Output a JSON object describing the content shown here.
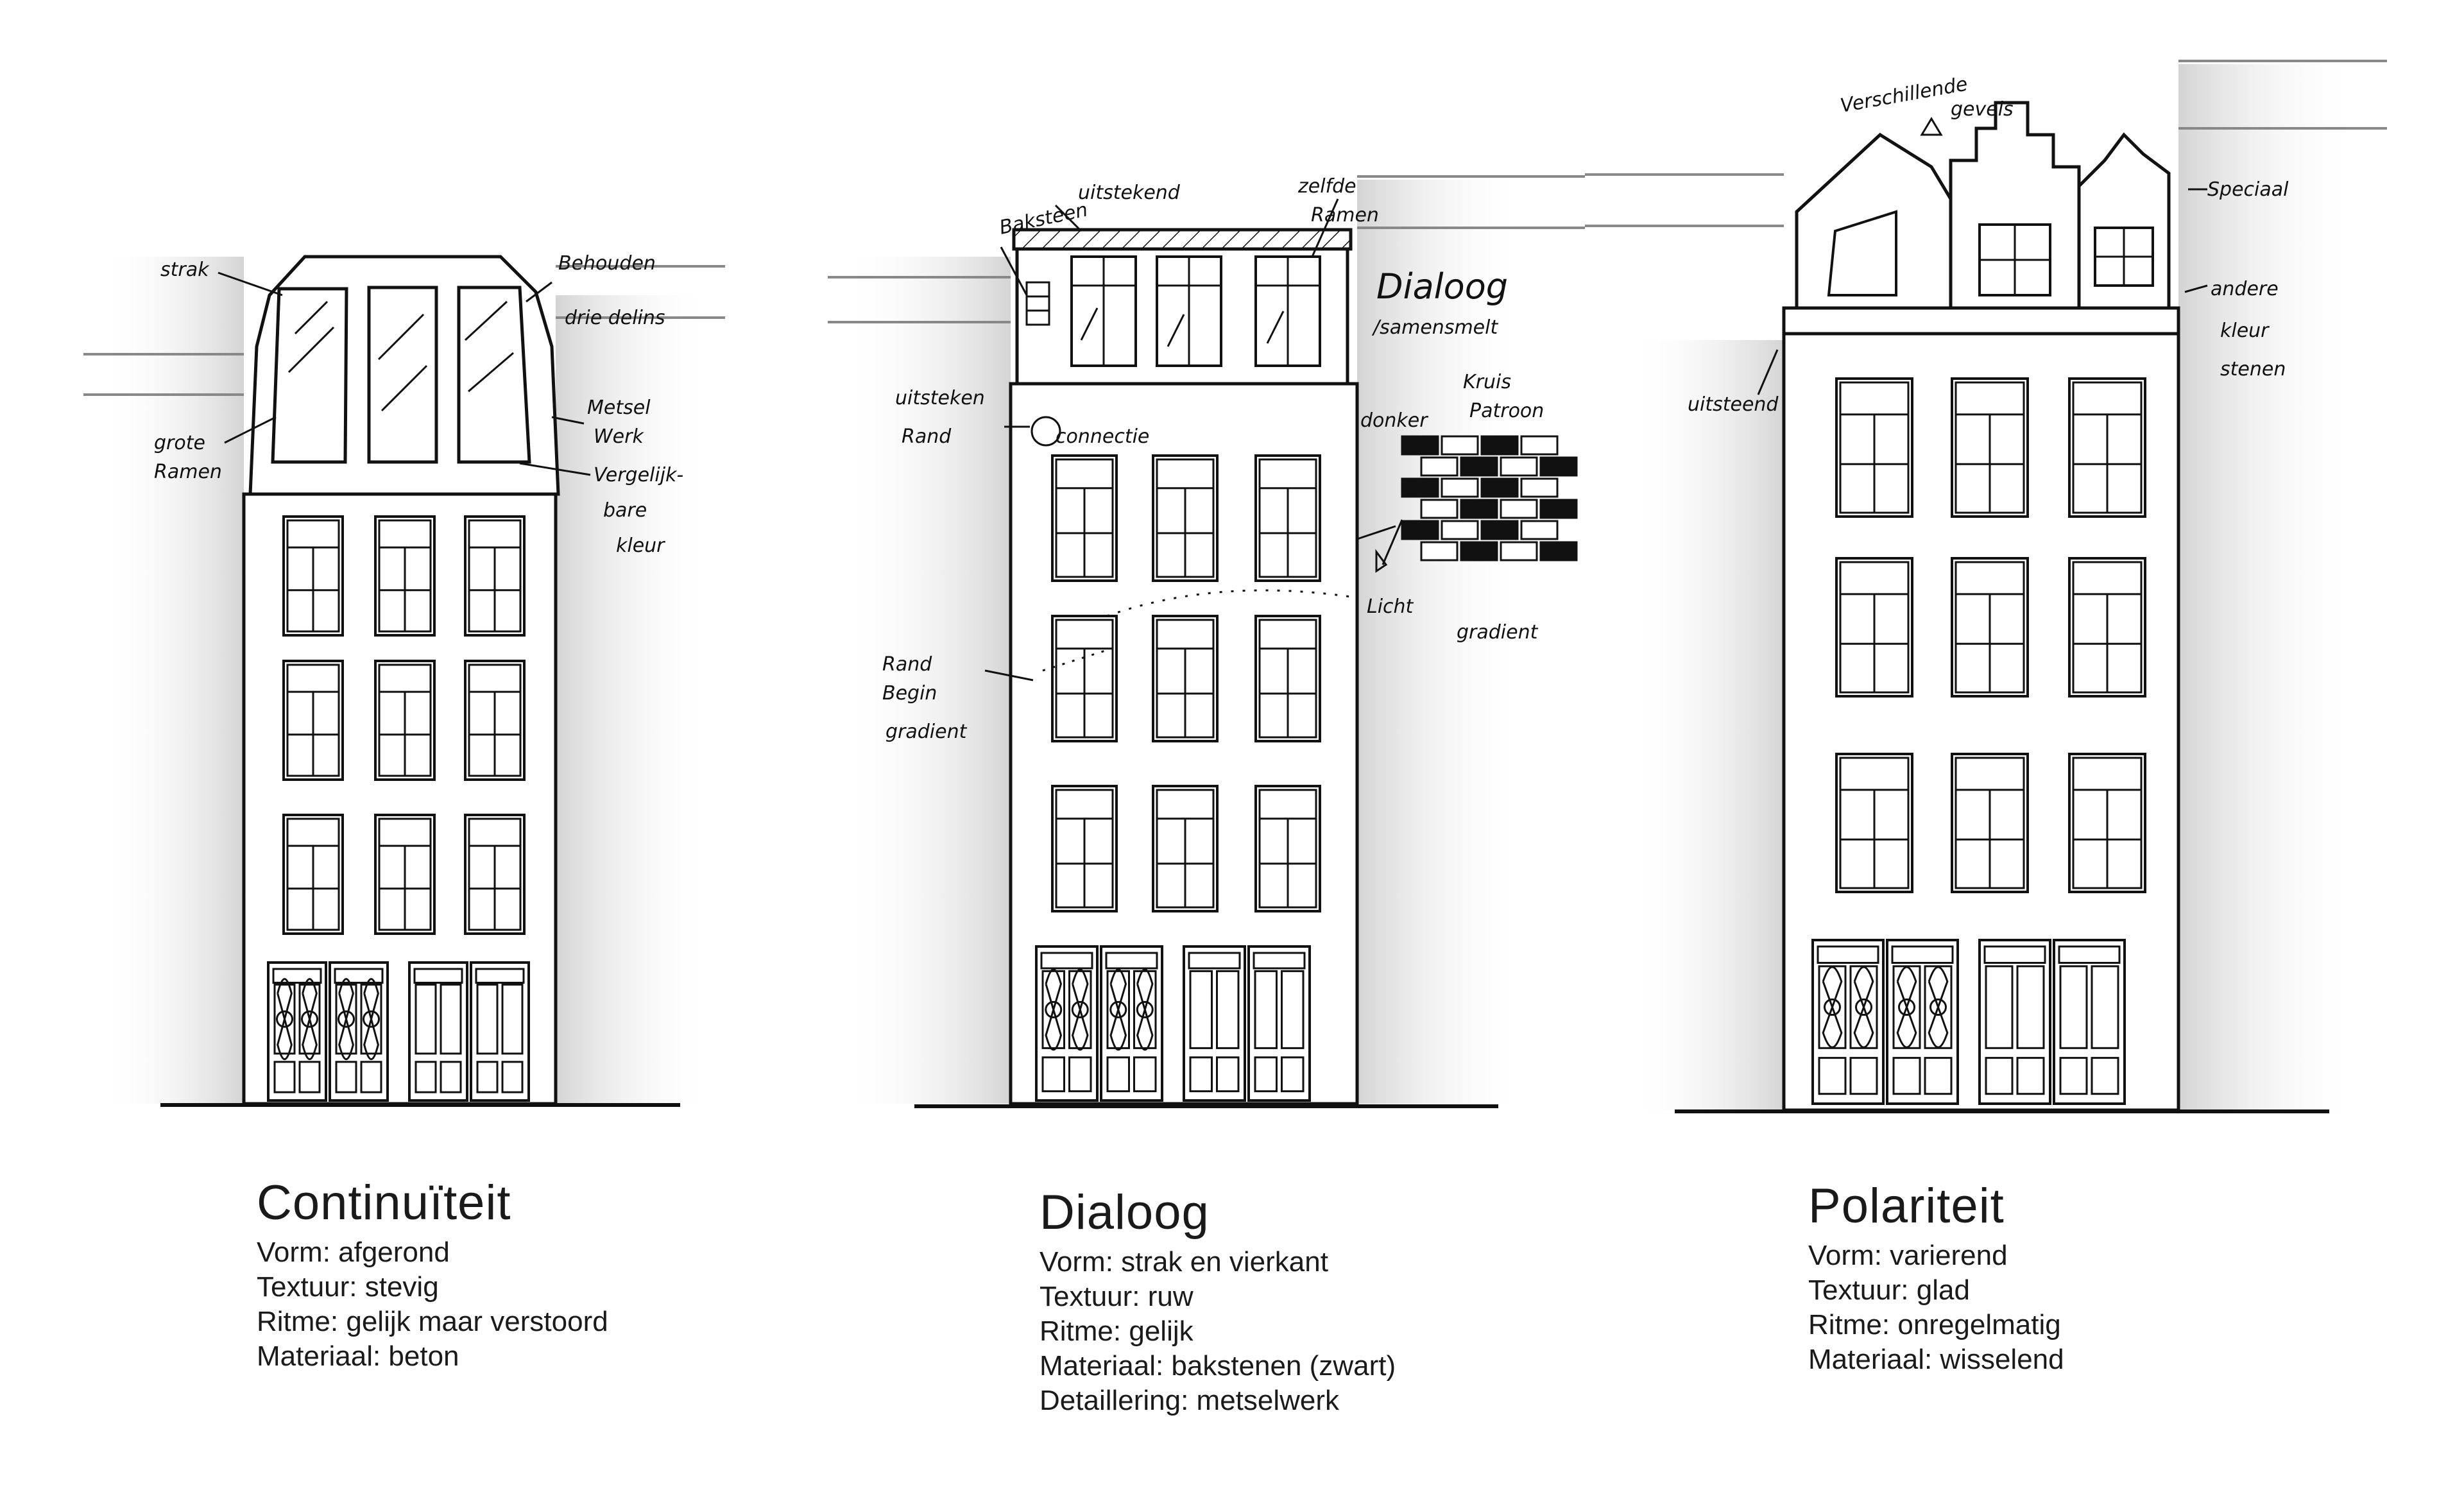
{
  "concepts": [
    {
      "title": "Continuïteit",
      "props": [
        "Vorm: afgerond",
        "Textuur: stevig",
        "Ritme: gelijk maar verstoord",
        "Materiaal: beton"
      ],
      "notes": [
        "strak",
        "Behouden",
        "drie delins",
        "grote",
        "Ramen",
        "Metsel",
        "Werk",
        "Vergelijk-",
        "bare",
        "kleur"
      ]
    },
    {
      "title": "Dialoog",
      "props": [
        "Vorm: strak en vierkant",
        "Textuur: ruw",
        "Ritme: gelijk",
        "Materiaal: bakstenen (zwart)",
        "Detaillering: metselwerk"
      ],
      "notes": [
        "Baksteen",
        "uitstekend",
        "zelfde",
        "Ramen",
        "Dialoog",
        "/samensmelt",
        "uitsteken",
        "Rand",
        "connectie",
        "donker",
        "Kruis",
        "Patroon",
        "Licht",
        "gradient",
        "Rand",
        "Begin",
        "gradient"
      ]
    },
    {
      "title": "Polariteit",
      "props": [
        "Vorm: varierend",
        "Textuur: glad",
        "Ritme: onregelmatig",
        "Materiaal: wisselend"
      ],
      "notes": [
        "Verschillende",
        "gevels",
        "Speciaal",
        "andere",
        "kleur",
        "stenen",
        "uitsteend"
      ]
    }
  ]
}
